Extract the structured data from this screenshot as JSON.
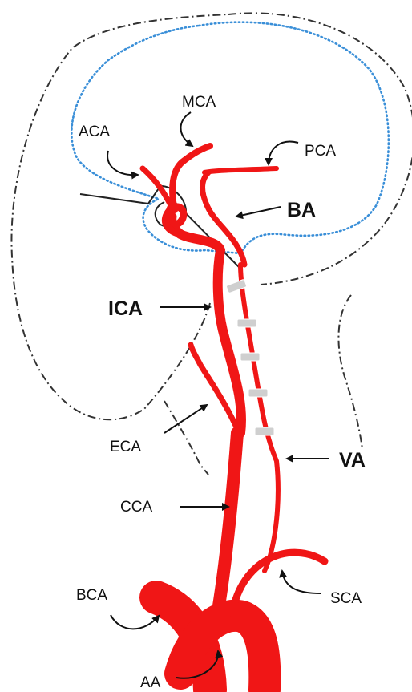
{
  "colors": {
    "artery": "#f01616",
    "brain_outline": "#3a8fd8",
    "head_outline": "#333333",
    "vertebra": "#cfcfcf",
    "text": "#111111"
  },
  "labels": {
    "mca": "MCA",
    "aca": "ACA",
    "pca": "PCA",
    "ba": "BA",
    "ica": "ICA",
    "eca": "ECA",
    "va": "VA",
    "cca": "CCA",
    "bca": "BCA",
    "sca": "SCA",
    "aa": "AA"
  }
}
